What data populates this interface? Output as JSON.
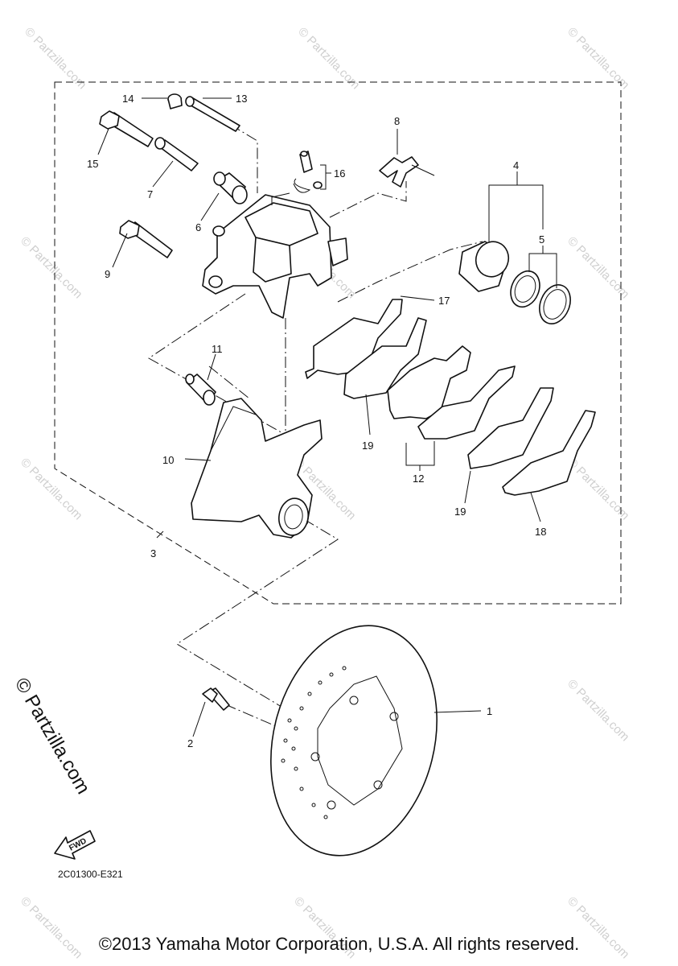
{
  "diagram": {
    "callouts": [
      {
        "id": "c1",
        "label": "1"
      },
      {
        "id": "c2",
        "label": "2"
      },
      {
        "id": "c3",
        "label": "3"
      },
      {
        "id": "c4",
        "label": "4"
      },
      {
        "id": "c5",
        "label": "5"
      },
      {
        "id": "c6",
        "label": "6"
      },
      {
        "id": "c7",
        "label": "7"
      },
      {
        "id": "c8",
        "label": "8"
      },
      {
        "id": "c9",
        "label": "9"
      },
      {
        "id": "c10",
        "label": "10"
      },
      {
        "id": "c11",
        "label": "11"
      },
      {
        "id": "c12",
        "label": "12"
      },
      {
        "id": "c13",
        "label": "13"
      },
      {
        "id": "c14",
        "label": "14"
      },
      {
        "id": "c15",
        "label": "15"
      },
      {
        "id": "c16",
        "label": "16"
      },
      {
        "id": "c17",
        "label": "17"
      },
      {
        "id": "c18",
        "label": "18"
      },
      {
        "id": "c19a",
        "label": "19"
      },
      {
        "id": "c19b",
        "label": "19"
      }
    ],
    "diagram_code": "2C01300-E321",
    "fwd_label": "FWD"
  },
  "watermarks": {
    "side_text": "© Partzilla.com",
    "tile_text": "© Partzilla.com"
  },
  "footer": {
    "copyright": "©2013 Yamaha Motor Corporation, U.S.A. All rights reserved."
  }
}
